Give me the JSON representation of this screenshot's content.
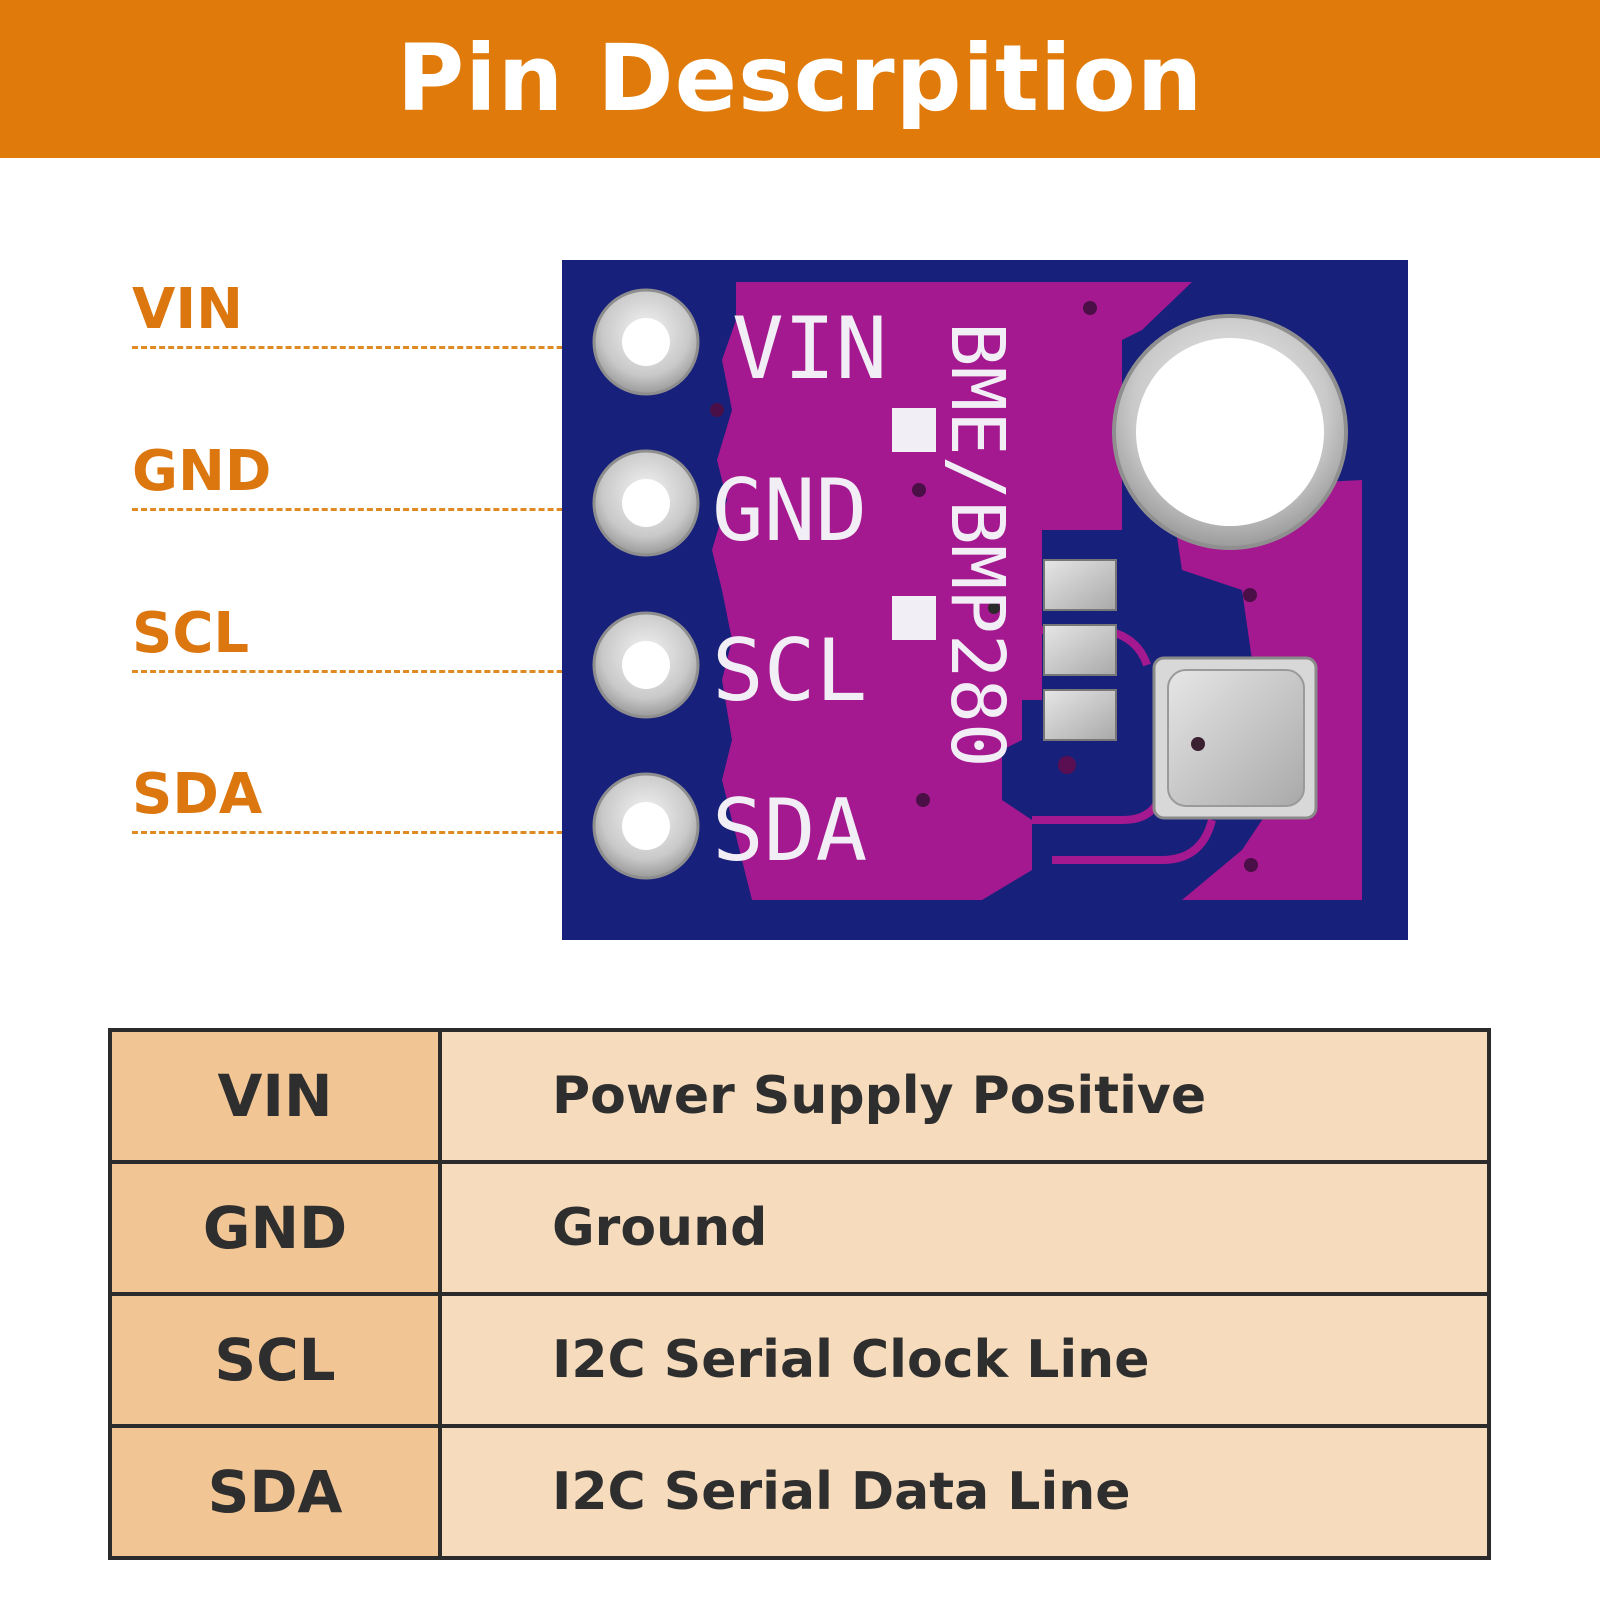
{
  "title": "Pin Descrpition",
  "colors": {
    "banner": "#e07b0b",
    "label": "#dc7710",
    "board_blue": "#17207a",
    "board_magenta": "#a4198f",
    "name_cell": "#f2c594",
    "desc_cell": "#f6dcbc"
  },
  "pin_labels": [
    "VIN",
    "GND",
    "SCL",
    "SDA"
  ],
  "board": {
    "silkscreen_pins": [
      "VIN",
      "GND",
      "SCL",
      "SDA"
    ],
    "part_text": "BME/BMP280"
  },
  "table": [
    {
      "pin": "VIN",
      "description": "Power Supply Positive"
    },
    {
      "pin": "GND",
      "description": "Ground"
    },
    {
      "pin": "SCL",
      "description": "I2C Serial Clock Line"
    },
    {
      "pin": "SDA",
      "description": "I2C Serial Data Line"
    }
  ]
}
